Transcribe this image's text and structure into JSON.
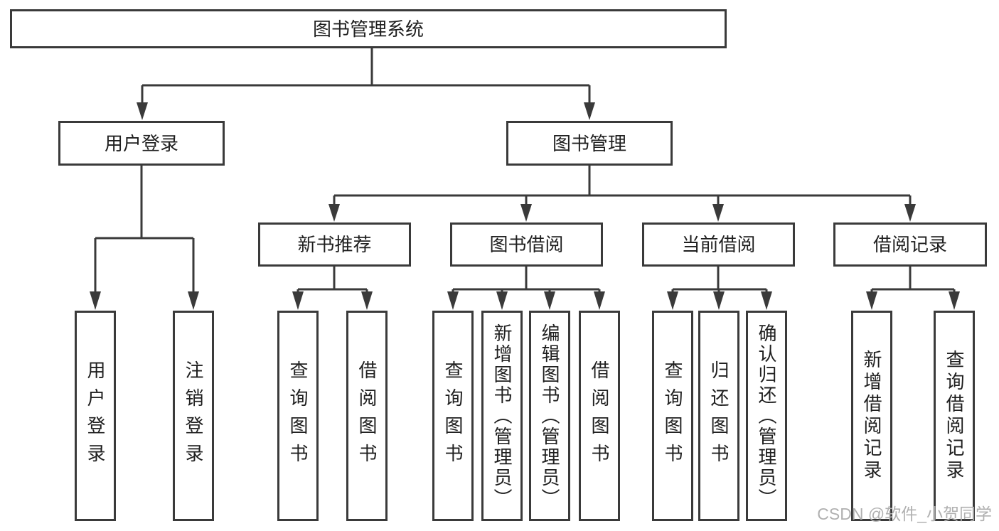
{
  "tree": {
    "label": "图书管理系统",
    "children": [
      {
        "label": "用户登录",
        "children": [
          {
            "label": "用户登录"
          },
          {
            "label": "注销登录"
          }
        ]
      },
      {
        "label": "图书管理",
        "children": [
          {
            "label": "新书推荐",
            "children": [
              {
                "label": "查询图书"
              },
              {
                "label": "借阅图书"
              }
            ]
          },
          {
            "label": "图书借阅",
            "children": [
              {
                "label": "查询图书"
              },
              {
                "label": "新增图书（管理员）"
              },
              {
                "label": "编辑图书（管理员）"
              },
              {
                "label": "借阅图书"
              }
            ]
          },
          {
            "label": "当前借阅",
            "children": [
              {
                "label": "查询图书"
              },
              {
                "label": "归还图书"
              },
              {
                "label": "确认归还（管理员）"
              }
            ]
          },
          {
            "label": "借阅记录",
            "children": [
              {
                "label": "新增借阅记录"
              },
              {
                "label": "查询借阅记录"
              }
            ]
          }
        ]
      }
    ]
  },
  "watermark": {
    "text": "CSDN @软件_小贺同学"
  },
  "colors": {
    "line": "#3a3a3a",
    "text": "#1f1f1f",
    "watermark": "#b0b0b0",
    "background": "#ffffff"
  }
}
